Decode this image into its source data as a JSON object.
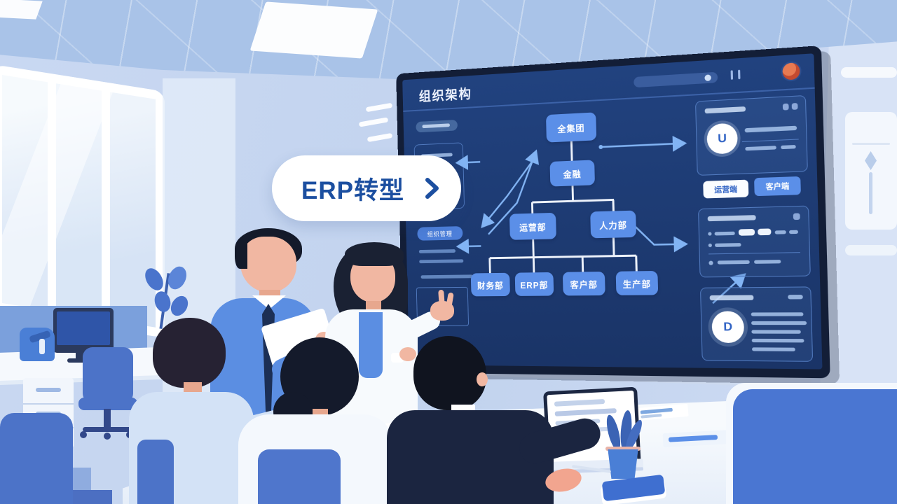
{
  "illustration": {
    "speech_bubble": {
      "label": "ERP转型"
    },
    "colors": {
      "accent_blue": "#4d7fd9",
      "screen_bg": "#1d3c78",
      "node_blue": "#5b8fe8",
      "bubble_text": "#1c4fa0",
      "avatar_orange": "#d95f3b"
    }
  },
  "screen": {
    "header": {
      "title": "组织架构"
    },
    "sidebar": {
      "button_label": "组织管理"
    },
    "org_chart": {
      "root": "全集团",
      "level2": "金融",
      "level3": [
        "运营部",
        "人力部"
      ],
      "level4": [
        "财务部",
        "ERP部",
        "客户部",
        "生产部"
      ]
    },
    "panels": {
      "profile_icon_letter": "U",
      "doc_icon_letter": "D",
      "buttons": [
        {
          "label": "运营端"
        },
        {
          "label": "客户端"
        }
      ]
    }
  }
}
